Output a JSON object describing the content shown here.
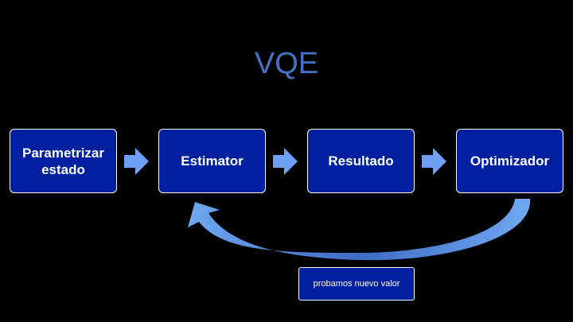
{
  "title": "VQE",
  "steps": [
    {
      "line1": "Parametrizar",
      "line2": "estado"
    },
    {
      "label": "Estimator"
    },
    {
      "label": "Resultado"
    },
    {
      "label": "Optimizador"
    }
  ],
  "feedback_label": "probamos nuevo valor",
  "colors": {
    "background": "#000000",
    "title": "#4472C4",
    "box_fill": "#00209F",
    "box_border": "#FFFFFF",
    "arrow": "#6FA0F5",
    "loop_arrow_light": "#6FA8F0",
    "loop_arrow_dark": "#2F5597"
  }
}
